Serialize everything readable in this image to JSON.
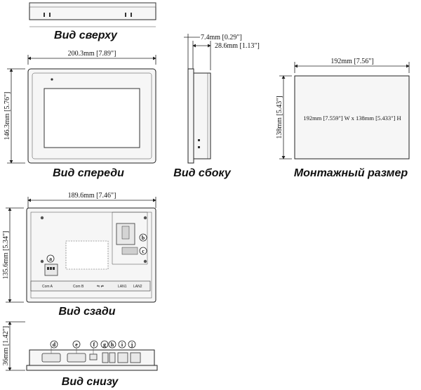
{
  "views": {
    "top": "Вид сверху",
    "front": "Вид спереди",
    "side": "Вид сбоку",
    "mount": "Монтажный размер",
    "rear": "Вид сзади",
    "bottom": "Вид снизу"
  },
  "dimensions": {
    "front_width": "200.3mm [7.89\"]",
    "front_height": "146.3mm [5.76\"]",
    "side_depth_small": "7.4mm [0.29\"]",
    "side_depth_total": "28.6mm [1.13\"]",
    "mount_width": "192mm [7.56\"]",
    "mount_height": "138mm [5.43\"]",
    "mount_note": "192mm [7.559\"] W x 138mm [5.433\"] H",
    "rear_width": "189.6mm [7.46\"]",
    "rear_height": "135.6mm [5.34\"]",
    "bottom_depth": "36mm [1.42\"]"
  },
  "callouts": {
    "a": "a",
    "b": "b",
    "c": "c",
    "d": "d",
    "e": "e",
    "f": "f",
    "g": "g",
    "h": "h",
    "i": "i",
    "j": "j"
  },
  "ports": {
    "com_a": "Com A",
    "com_b": "Com B",
    "lan1": "LAN1",
    "lan2": "LAN2"
  }
}
